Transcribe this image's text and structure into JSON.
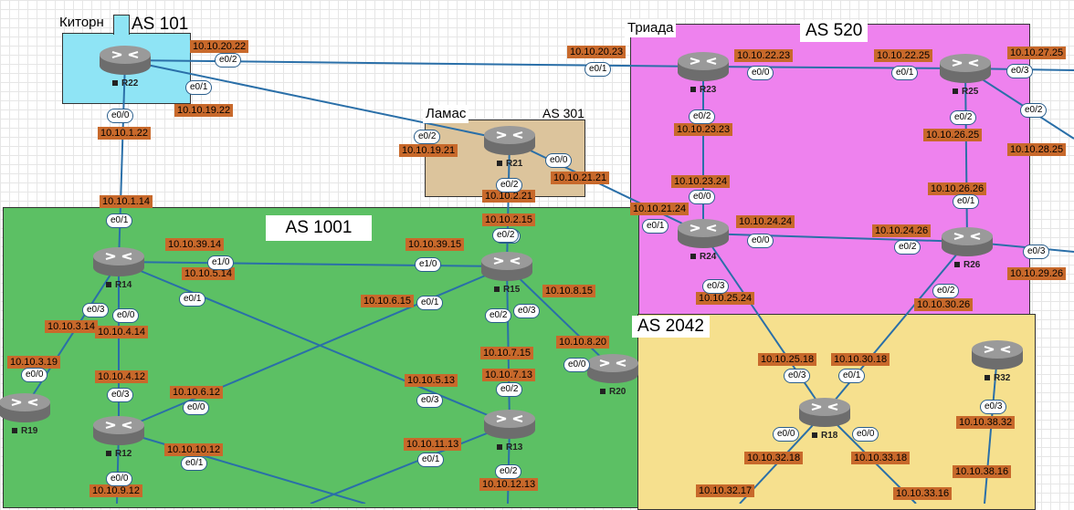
{
  "zones": [
    {
      "id": "as101",
      "title": "AS 101",
      "sub": "Киторн",
      "color": "#8fe4f5"
    },
    {
      "id": "as301",
      "title": "AS 301",
      "sub": "Ламас",
      "color": "#dcc49c"
    },
    {
      "id": "as520",
      "title": "AS 520",
      "sub": "Триада",
      "color": "#ee82ee"
    },
    {
      "id": "as1001",
      "title": "AS 1001",
      "sub": "",
      "color": "#5cc064"
    },
    {
      "id": "as2042",
      "title": "AS 2042",
      "sub": "",
      "color": "#f6e08e"
    }
  ],
  "routers": [
    {
      "id": "R22",
      "label": "R22"
    },
    {
      "id": "R21",
      "label": "R21"
    },
    {
      "id": "R23",
      "label": "R23"
    },
    {
      "id": "R25",
      "label": "R25"
    },
    {
      "id": "R24",
      "label": "R24"
    },
    {
      "id": "R26",
      "label": "R26"
    },
    {
      "id": "R14",
      "label": "R14"
    },
    {
      "id": "R15",
      "label": "R15"
    },
    {
      "id": "R19",
      "label": "R19"
    },
    {
      "id": "R12",
      "label": "R12"
    },
    {
      "id": "R13",
      "label": "R13"
    },
    {
      "id": "R20",
      "label": "R20"
    },
    {
      "id": "R18",
      "label": "R18"
    },
    {
      "id": "R32",
      "label": "R32"
    }
  ],
  "ip_labels": [
    "10.10.20.22",
    "10.10.19.22",
    "10.10.1.22",
    "10.10.1.14",
    "10.10.19.21",
    "10.10.21.21",
    "10.10.2.21",
    "10.10.2.15",
    "10.10.20.23",
    "10.10.22.23",
    "10.10.22.25",
    "10.10.27.25",
    "10.10.23.23",
    "10.10.26.25",
    "10.10.28.25",
    "10.10.23.24",
    "10.10.21.24",
    "10.10.24.24",
    "10.10.24.26",
    "10.10.26.26",
    "10.10.29.26",
    "10.10.25.24",
    "10.10.30.26",
    "10.10.39.14",
    "10.10.5.14",
    "10.10.39.15",
    "10.10.6.15",
    "10.10.8.15",
    "10.10.3.14",
    "10.10.4.14",
    "10.10.3.19",
    "10.10.4.12",
    "10.10.6.12",
    "10.10.7.15",
    "10.10.8.20",
    "10.10.5.13",
    "10.10.7.13",
    "10.10.10.12",
    "10.10.11.13",
    "10.10.9.12",
    "10.10.12.13",
    "10.10.25.18",
    "10.10.30.18",
    "10.10.32.18",
    "10.10.33.18",
    "10.10.32.17",
    "10.10.33.16",
    "10.10.38.32",
    "10.10.38.16"
  ],
  "interfaces": [
    "e0/2",
    "e0/1",
    "e0/0",
    "e0/1",
    "e0/2",
    "e0/0",
    "e0/2",
    "e0/0",
    "e0/1",
    "e0/0",
    "e0/1",
    "e0/3",
    "e0/2",
    "e0/2",
    "e0/2",
    "e0/0",
    "e0/1",
    "e0/0",
    "e0/2",
    "e0/1",
    "e0/3",
    "e0/3",
    "e0/2",
    "e1/0",
    "e0/1",
    "e1/0",
    "e0/2",
    "e0/1",
    "e0/3",
    "e0/0",
    "e0/0",
    "e0/3",
    "e0/0",
    "e0/2",
    "e0/3",
    "e0/0",
    "e0/3",
    "e0/2",
    "e0/1",
    "e0/1",
    "e0/0",
    "e0/2",
    "e0/3",
    "e0/1",
    "e0/0",
    "e0/0",
    "e0/3"
  ],
  "colors": {
    "link": "#2a6fa8",
    "ip_tag": "#c8692b",
    "iface_border": "#2a5e8c",
    "router_body": "#6d6d6d",
    "router_top": "#9a9a9a"
  },
  "icons": {
    "router": "router-icon"
  }
}
